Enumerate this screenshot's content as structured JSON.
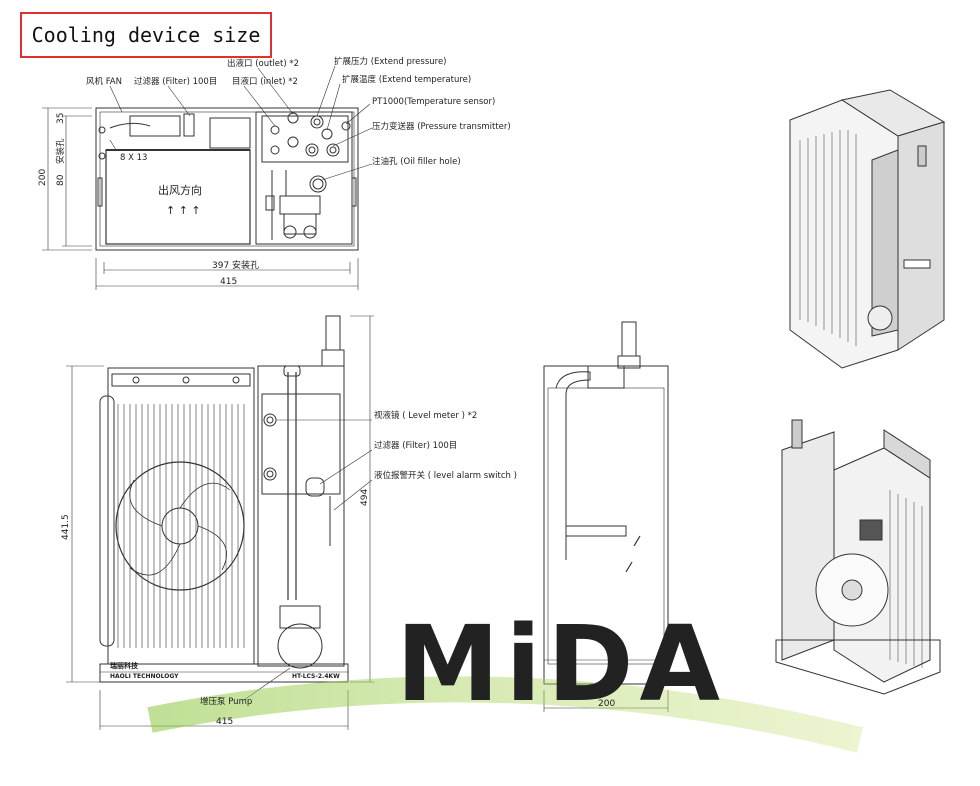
{
  "title": "Cooling device size",
  "labels": {
    "fan": "风机 FAN",
    "filter_top": "过滤器 (Filter) 100目",
    "outlet": "出液口 (outlet) *2",
    "inlet": "目液口 (inlet) *2",
    "extend_pressure": "扩展压力 (Extend pressure)",
    "extend_temperature": "扩展温度 (Extend temperature)",
    "temp_sensor": "PT1000(Temperature sensor)",
    "pressure_transmitter": "压力变送器 (Pressure transmitter)",
    "oil_filler": "注油孔 (Oil filler hole)",
    "air_direction": "出风方向",
    "arrows": "↑ ↑ ↑",
    "hole": "8 X 13",
    "level_meter": "视液镜 ( Level meter ) *2",
    "filter_front": "过滤器 (Filter) 100目",
    "level_switch": "液位报警开关 ( level alarm switch )",
    "pump": "增压泵 Pump",
    "brand_cn": "瑞丽科技",
    "brand_en": "HAOLI TECHNOLOGY",
    "model": "HT-LCS-2.4KW"
  },
  "dimensions": {
    "top_width": "415",
    "top_mount": "397 安装孔",
    "top_height": "200",
    "top_v80": "80",
    "top_v35": "35",
    "top_mount_v": "安装孔",
    "front_width": "415",
    "front_height": "441.5",
    "front_total": "494",
    "side_width": "200"
  },
  "watermark": "MiDA",
  "colors": {
    "title_border": "#e03030",
    "line": "#333333",
    "watermark_blue": "#3a8fd8",
    "watermark_green": "#8cc63f"
  }
}
